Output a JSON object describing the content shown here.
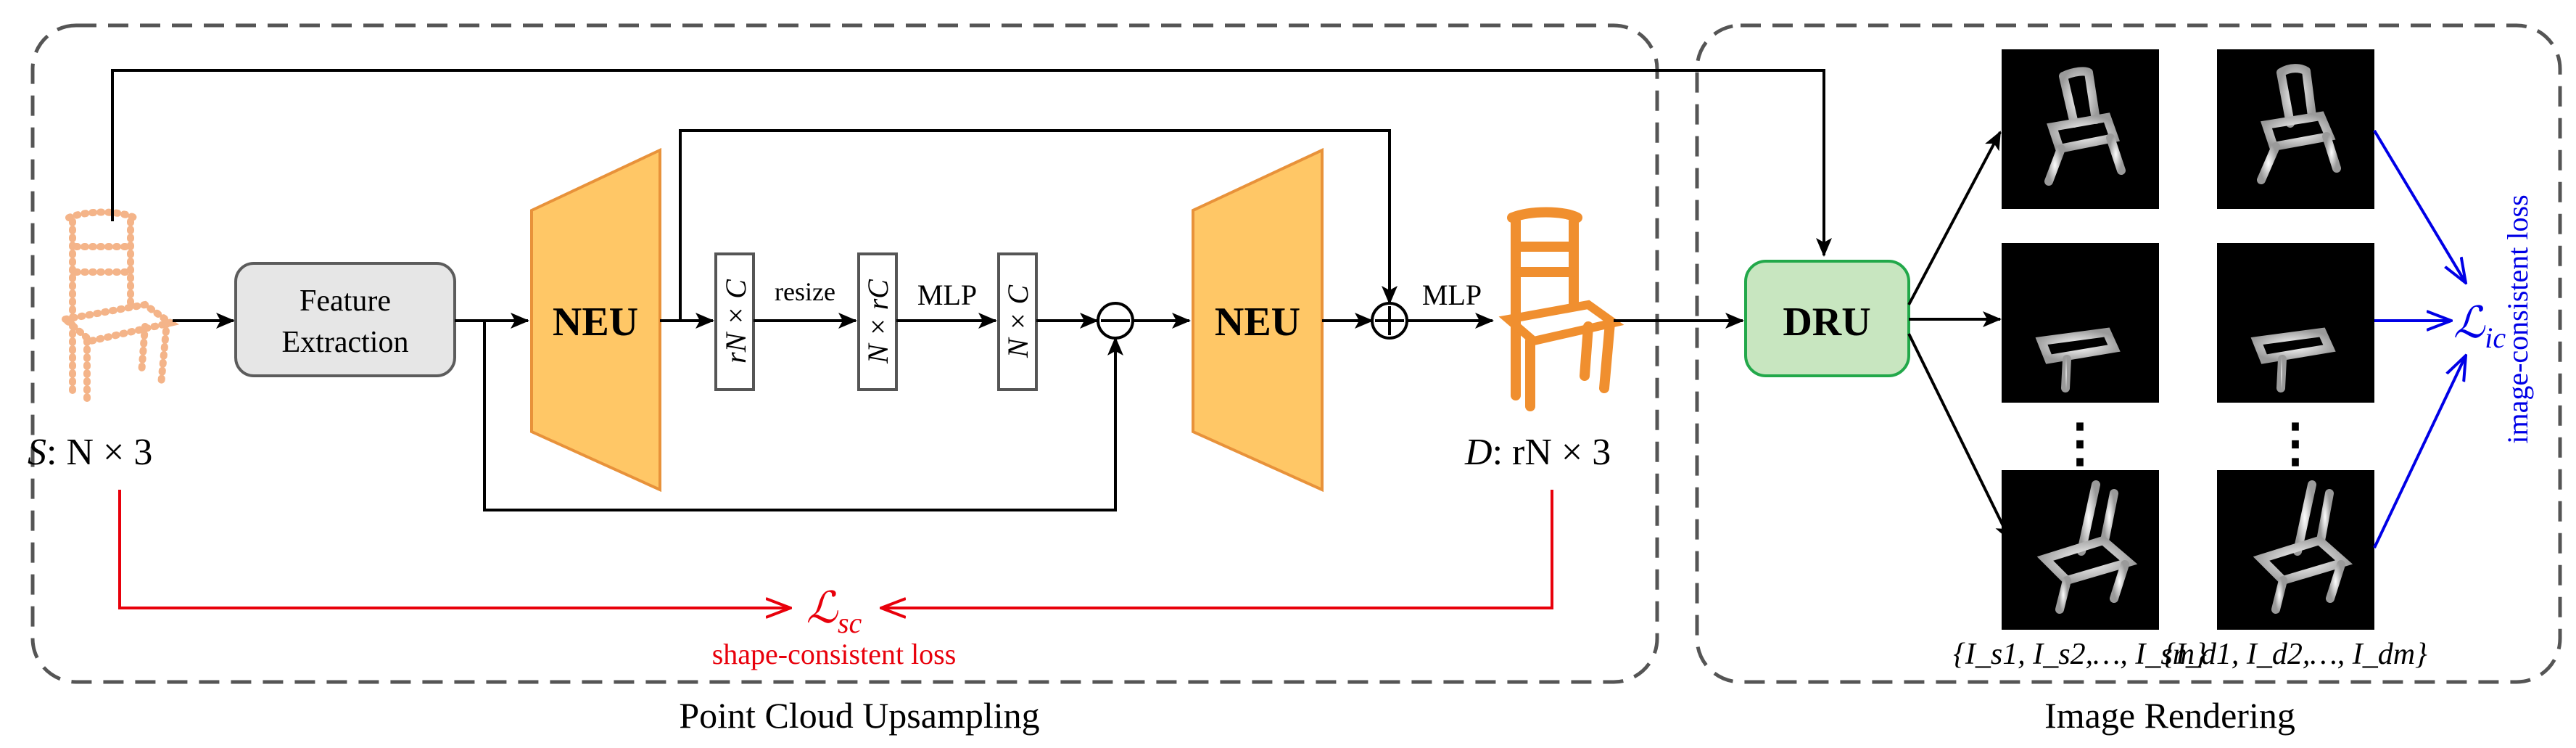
{
  "panels": {
    "upsampling_title": "Point Cloud Upsampling",
    "rendering_title": "Image Rendering"
  },
  "nodes": {
    "feature_extraction_line1": "Feature",
    "feature_extraction_line2": "Extraction",
    "neu_1": "NEU",
    "neu_2": "NEU",
    "dru": "DRU"
  },
  "labels": {
    "input_s": "S",
    "input_shape": ": N × 3",
    "output_d": "D",
    "output_shape": ": rN × 3",
    "shape_rn_c": "rN × C",
    "shape_n_rc": "N × rC",
    "shape_n_c": "N × C",
    "resize": "resize",
    "mlp_1": "MLP",
    "mlp_2": "MLP",
    "sparse_images": "{I_s1, I_s2,…, I_sm}",
    "dense_images": "{I_d1, I_d2,…, I_dm}",
    "ellipsis": "⋮"
  },
  "losses": {
    "sc_symbol": "ℒ",
    "sc_sub": "sc",
    "sc_caption": "shape-consistent  loss",
    "ic_symbol": "ℒ",
    "ic_sub": "ic",
    "ic_caption": "image-consistent  loss"
  },
  "colors": {
    "neu_fill": "#FFC766",
    "neu_stroke": "#E8923A",
    "dru_fill": "#C8E6C0",
    "dru_stroke": "#22A84A",
    "feature_fill": "#E6E6E6",
    "feature_stroke": "#5C5C5C",
    "loss_sc": "#E8000B",
    "loss_ic": "#0000E6",
    "chair_sparse": "#F4B183",
    "chair_dense": "#F08A24"
  }
}
